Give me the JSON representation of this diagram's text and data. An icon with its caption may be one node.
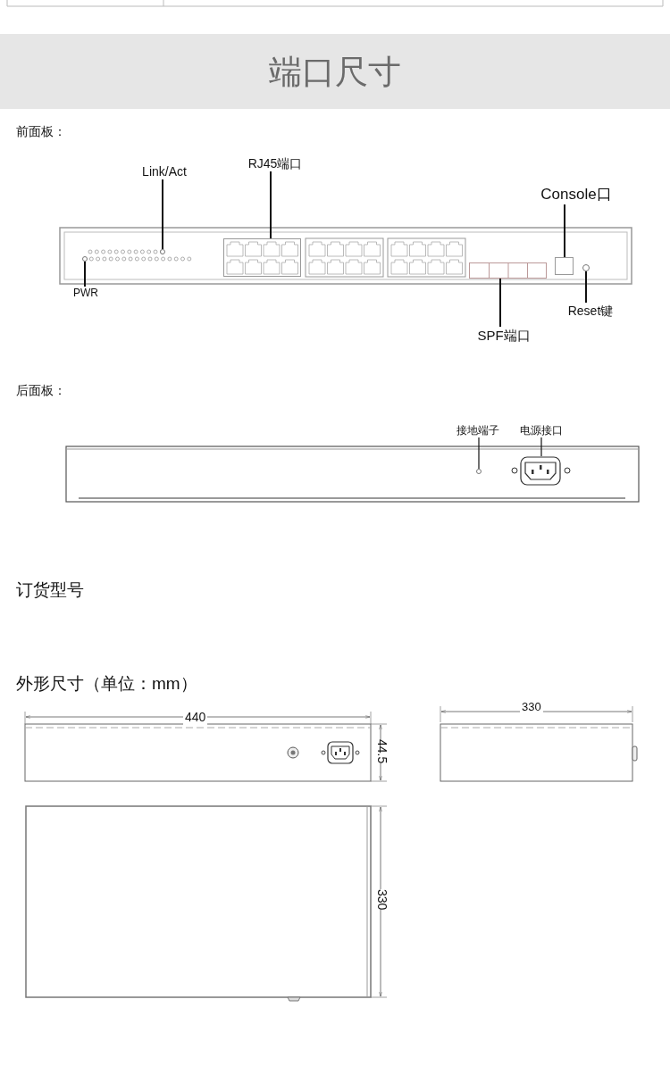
{
  "diagram": {
    "title": "端口尺寸",
    "nodes": [
      {
        "text": [
          "Link/Act"
        ]
      },
      {
        "text": [],
        "shape": "circle"
      },
      {
        "text": [
          "RJ45端口"
        ]
      },
      {
        "text": [],
        "shape": "box"
      },
      {
        "text": [
          "Console口"
        ]
      },
      {
        "text": [],
        "shape": "box"
      },
      {
        "text": [
          "PWR"
        ]
      },
      {
        "text": [],
        "shape": "circle"
      },
      {
        "text": [
          "Reset键"
        ]
      },
      {
        "text": [],
        "shape": "circle"
      },
      {
        "text": [
          "SPF端口"
        ]
      },
      {
        "text": [],
        "shape": "box"
      },
      {
        "text": [
          "接地端子"
        ]
      },
      {
        "text": [],
        "shape": "circle"
      },
      {
        "text": [
          "电源接口"
        ]
      },
      {
        "text": [],
        "shape": "picture"
      }
    ],
    "edges": [
      {
        "from": 0,
        "to": 1,
        "arrow": "none"
      },
      {
        "from": 2,
        "to": 3,
        "arrow": "none"
      },
      {
        "from": 4,
        "to": 5,
        "arrow": "none"
      },
      {
        "from": 6,
        "to": 7,
        "arrow": "none"
      },
      {
        "from": 8,
        "to": 9,
        "arrow": "none"
      },
      {
        "from": 10,
        "to": 11,
        "arrow": "none"
      },
      {
        "from": 12,
        "to": 13,
        "arrow": "none"
      },
      {
        "from": 14,
        "to": 15,
        "arrow": "none"
      }
    ],
    "labels": [
      "前面板：",
      "后面板：",
      "订货型号",
      "外形尺寸（单位：mm）",
      "440",
      "44.5",
      "330",
      "330"
    ]
  }
}
